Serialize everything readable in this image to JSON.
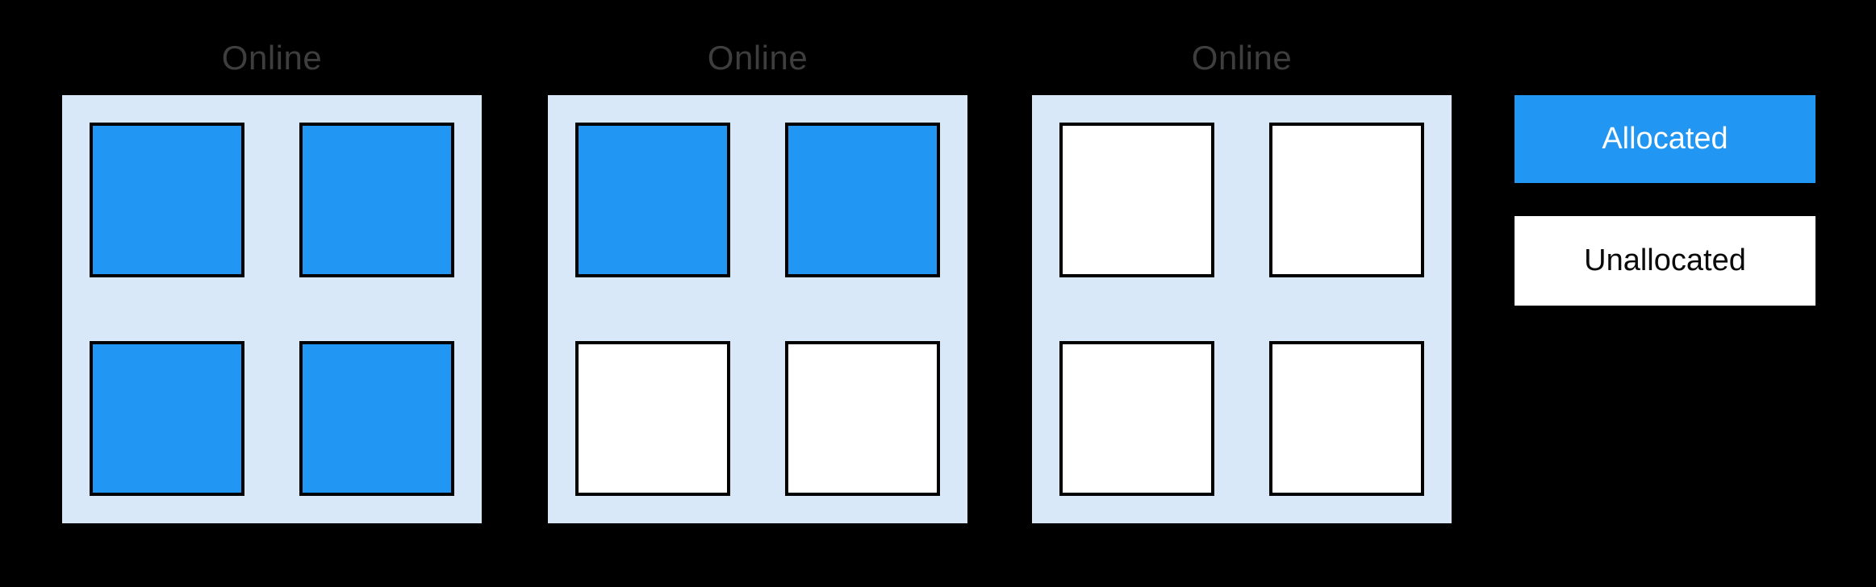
{
  "colors": {
    "background": "#000000",
    "container-fill": "#D9E8F9",
    "allocated-fill": "#2196F3",
    "unallocated-fill": "#FFFFFF",
    "slot-border": "#000000",
    "group-label": "#3E3E3E",
    "legend-allocated-text": "#FFFFFF",
    "legend-unallocated-text": "#0A0A0A"
  },
  "groups": [
    {
      "label": "Online",
      "slots": [
        "allocated",
        "allocated",
        "allocated",
        "allocated"
      ]
    },
    {
      "label": "Online",
      "slots": [
        "allocated",
        "allocated",
        "unallocated",
        "unallocated"
      ]
    },
    {
      "label": "Online",
      "slots": [
        "unallocated",
        "unallocated",
        "unallocated",
        "unallocated"
      ]
    }
  ],
  "legend": {
    "allocated_label": "Allocated",
    "unallocated_label": "Unallocated"
  }
}
